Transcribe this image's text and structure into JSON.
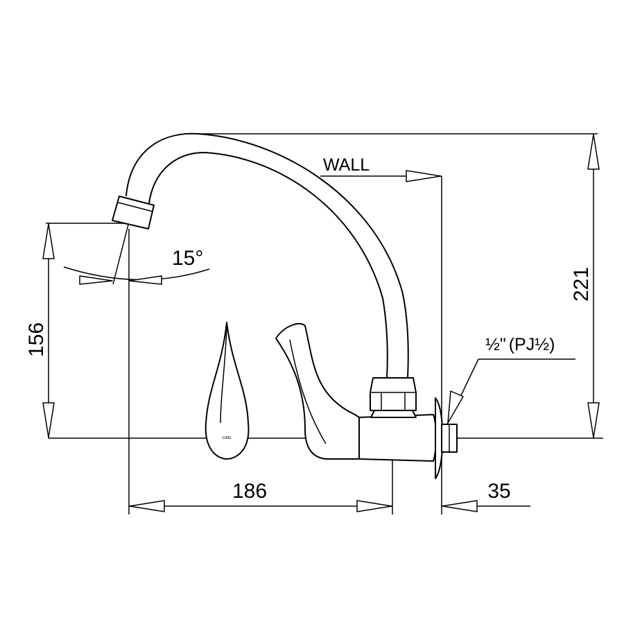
{
  "dimensions": {
    "left_height": "156",
    "right_height": "221",
    "horizontal_reach": "186",
    "wall_offset": "35",
    "angle": "15°"
  },
  "labels": {
    "wall": "WALL",
    "thread_half_1": "½",
    "thread_inch": "\"",
    "thread_pj": "(PJ",
    "thread_half_2": "½",
    "thread_close": ")"
  },
  "logo_text": "cotto"
}
